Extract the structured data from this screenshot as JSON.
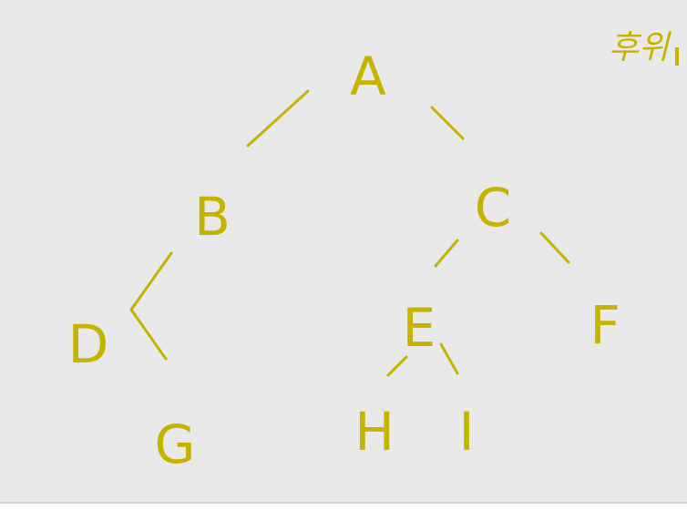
{
  "colors": {
    "background": "#e9e9e9",
    "ink": "#c4b400",
    "border": "#d0d0d0"
  },
  "corner_note": "후위",
  "tree": {
    "nodes": [
      {
        "id": "A",
        "label": "A"
      },
      {
        "id": "B",
        "label": "B"
      },
      {
        "id": "C",
        "label": "C"
      },
      {
        "id": "D",
        "label": "D"
      },
      {
        "id": "E",
        "label": "E"
      },
      {
        "id": "F",
        "label": "F"
      },
      {
        "id": "G",
        "label": "G"
      },
      {
        "id": "H",
        "label": "H"
      },
      {
        "id": "I",
        "label": "I"
      }
    ],
    "edges": [
      {
        "from": "A",
        "to": "B"
      },
      {
        "from": "A",
        "to": "C"
      },
      {
        "from": "B",
        "to": "D"
      },
      {
        "from": "B",
        "to": "G"
      },
      {
        "from": "C",
        "to": "E"
      },
      {
        "from": "C",
        "to": "F"
      },
      {
        "from": "E",
        "to": "H"
      },
      {
        "from": "E",
        "to": "I"
      }
    ]
  }
}
